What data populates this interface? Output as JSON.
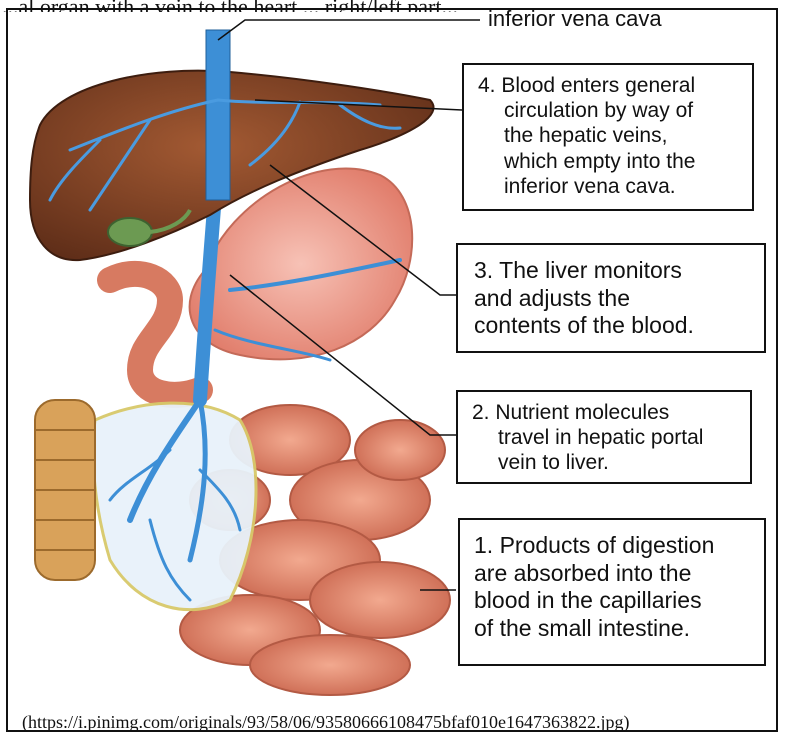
{
  "header": {
    "cut_text": "...al organ with a vein to the heart ... right/left part..."
  },
  "labels": {
    "ivc": "inferior vena cava"
  },
  "callouts": [
    {
      "id": "4",
      "lines": [
        "4. Blood enters general",
        "circulation by way of",
        "the hepatic veins,",
        "which empty into the",
        "inferior vena cava."
      ]
    },
    {
      "id": "3",
      "lines": [
        "3. The liver monitors",
        "and adjusts the",
        "contents of the blood."
      ]
    },
    {
      "id": "2",
      "lines": [
        "2. Nutrient molecules",
        "travel in hepatic portal",
        "vein to liver."
      ]
    },
    {
      "id": "1",
      "lines": [
        "1. Products of digestion",
        "are absorbed into the",
        "blood in the capillaries",
        "of the small intestine."
      ]
    }
  ],
  "source": "(https://i.pinimg.com/originals/93/58/06/93580666108475bfaf010e1647363822.jpg)",
  "colors": {
    "liver": "#7b3f22",
    "vein": "#3d8fd6",
    "intestine": "#e58a6e",
    "colon": "#d9a25a",
    "stomach": "#f2a59a"
  }
}
